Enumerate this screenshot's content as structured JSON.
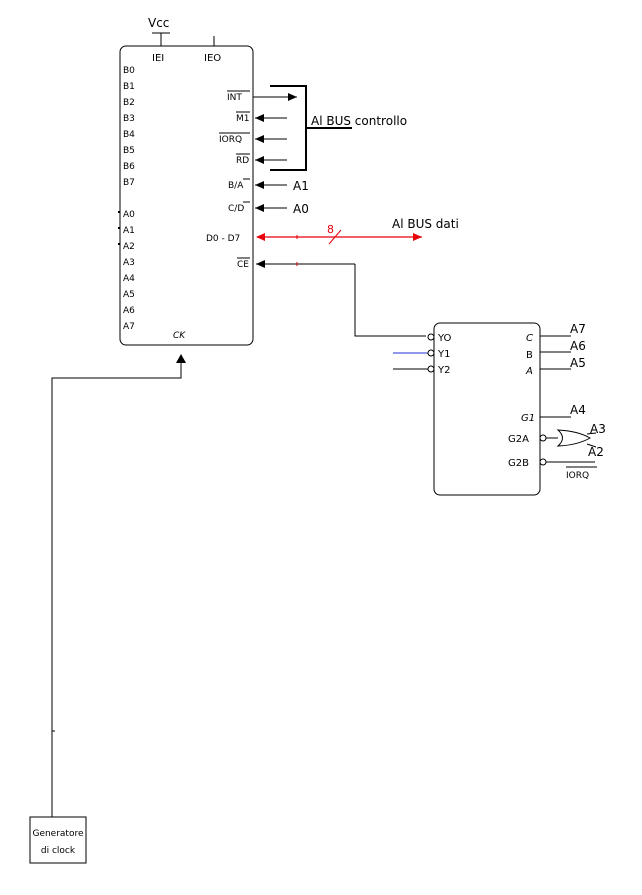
{
  "diagram": {
    "ctc": {
      "vcc": "Vcc",
      "iei": "IEI",
      "ieo": "IEO",
      "b_pins": [
        "B0",
        "B1",
        "B2",
        "B3",
        "B4",
        "B5",
        "B6",
        "B7"
      ],
      "a_pins": [
        "A0",
        "A1",
        "A2",
        "A3",
        "A4",
        "A5",
        "A6",
        "A7"
      ],
      "right_pins": {
        "int": "INT",
        "m1": "M1",
        "iorq": "IORQ",
        "rd": "RD",
        "ba": "B/A",
        "cd": "C/D",
        "d0d7": "D0 - D7",
        "ce": "CE"
      },
      "ck": "CK"
    },
    "connections": {
      "a1": "A1",
      "a0": "A0",
      "bus_controllo": "Al BUS controllo",
      "bus_dati": "Al BUS dati",
      "bus_width": "8"
    },
    "decoder": {
      "outputs": [
        "YO",
        "Y1",
        "Y2"
      ],
      "inputs": {
        "c": "C",
        "b": "B",
        "a": "A",
        "g1": "G1",
        "g2a": "G2A",
        "g2b": "G2B"
      },
      "addr": {
        "a7": "A7",
        "a6": "A6",
        "a5": "A5",
        "a4": "A4",
        "a3": "A3",
        "a2": "A2"
      },
      "iorq": "IORQ"
    },
    "clock": {
      "line1": "Generatore",
      "line2": "di clock"
    },
    "colors": {
      "line": "#000000",
      "data_bus": "#e8000b",
      "y1_wire": "#1f2fd6"
    }
  }
}
